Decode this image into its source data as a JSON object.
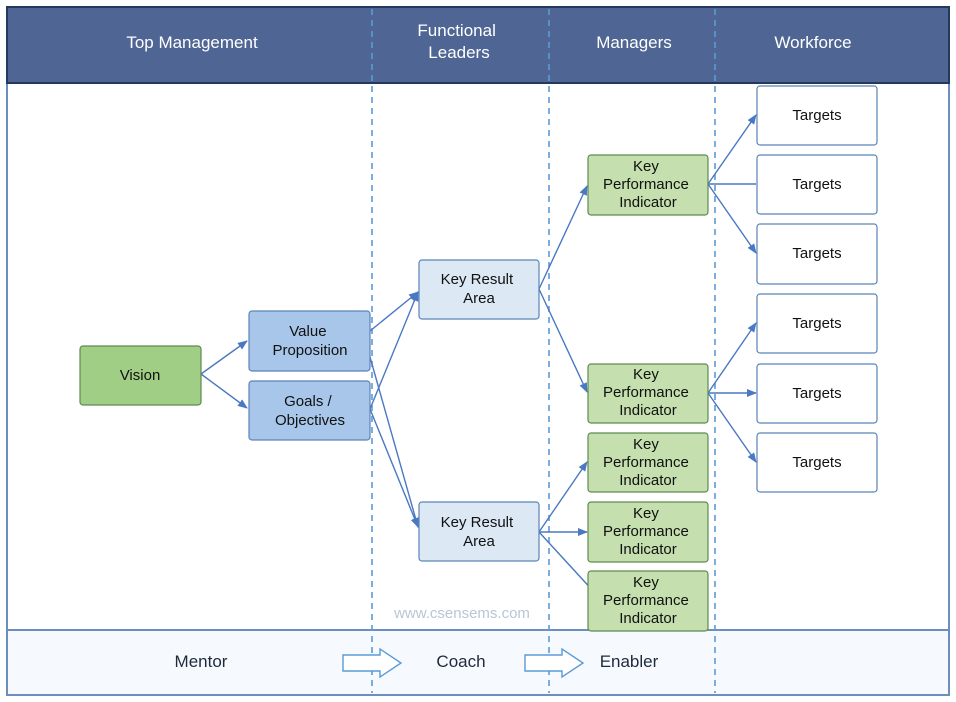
{
  "header": {
    "columns": [
      {
        "lines": [
          "Top Management"
        ]
      },
      {
        "lines": [
          "Functional",
          "Leaders"
        ]
      },
      {
        "lines": [
          "Managers"
        ]
      },
      {
        "lines": [
          "Workforce"
        ]
      }
    ]
  },
  "nodes": {
    "vision": [
      "Vision"
    ],
    "value_proposition": [
      "Value",
      "Proposition"
    ],
    "goals": [
      "Goals /",
      "Objectives"
    ],
    "kra_top": [
      "Key Result",
      "Area"
    ],
    "kra_bottom": [
      "Key Result",
      "Area"
    ],
    "kpi": [
      "Key",
      "Performance",
      "Indicator"
    ],
    "target": [
      "Targets"
    ]
  },
  "watermark": "www.csensems.com",
  "footer": {
    "mentor": "Mentor",
    "coach": "Coach",
    "enabler": "Enabler"
  },
  "colors": {
    "header_bg": "#4f6594",
    "green_fill": "#c5dfae",
    "dark_green_fill": "#9fce84",
    "blue_fill": "#a7c6e9",
    "light_blue_fill": "#dde8f5",
    "border": "#5b83b8",
    "arrow": "#4a78c2",
    "grid": "#5b9bd5"
  }
}
